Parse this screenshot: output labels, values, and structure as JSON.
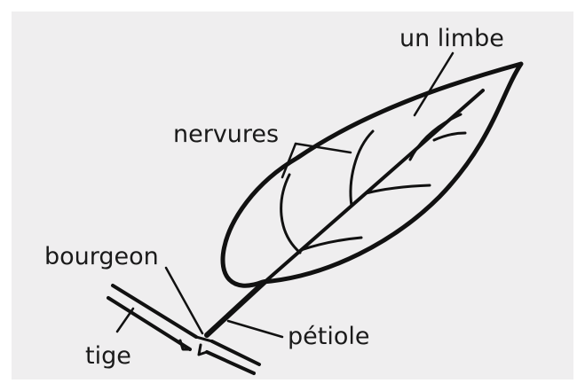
{
  "diagram": {
    "labels": {
      "blade": "un limbe",
      "veins": "nervures",
      "bud": "bourgeon",
      "stem": "tige",
      "petiole": "pétiole"
    }
  }
}
